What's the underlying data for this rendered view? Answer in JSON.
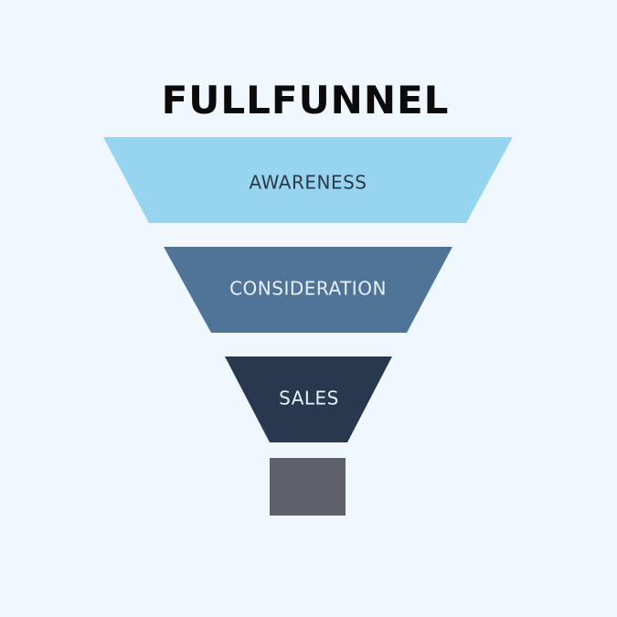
{
  "title": "FULLFUNNEL",
  "stages": [
    {
      "label": "AWARENESS",
      "color": "#97d4ef",
      "text_color": "#2a3a4a"
    },
    {
      "label": "CONSIDERATION",
      "color": "#4f7497",
      "text_color": "#e8f1f8"
    },
    {
      "label": "SALES",
      "color": "#27384f",
      "text_color": "#e8f1f8"
    }
  ],
  "funnel_base": {
    "color": "#5f6068"
  },
  "background_color": "#f0f8fe"
}
